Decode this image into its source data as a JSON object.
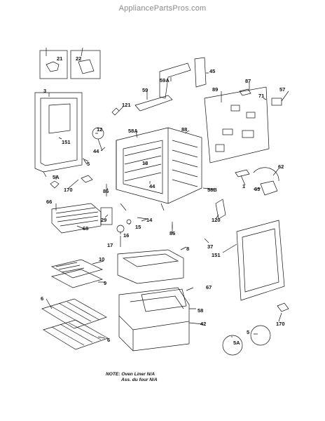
{
  "watermark": "AppliancePartsPros.com",
  "note": {
    "line1": "NOTE: Oven Liner N/A",
    "line2": "Ass. du four N/A"
  },
  "callouts": {
    "c21": "21",
    "c22": "22",
    "c45": "45",
    "c59a": "59A",
    "c59": "59",
    "c87": "87",
    "c71": "71",
    "c57": "57",
    "c89": "89",
    "c3": "3",
    "c151a": "151",
    "c121": "121",
    "c12": "12",
    "c58a": "58A",
    "c88": "88",
    "c44a": "44",
    "c5": "5",
    "c5a": "5A",
    "c170a": "170",
    "c18": "18",
    "c44b": "44",
    "c86a": "86",
    "c58b": "58B",
    "c1": "1",
    "c62": "62",
    "c63": "63",
    "c66": "66",
    "c29": "29",
    "c14": "14",
    "c15": "15",
    "c16": "16",
    "c68": "68",
    "c17": "17",
    "c86b": "86",
    "c120": "120",
    "c37": "37",
    "c151b": "151",
    "c8": "8",
    "c10": "10",
    "c9": "9",
    "c67": "67",
    "c58": "58",
    "c6a": "6",
    "c6b": "6",
    "c42": "42",
    "c5b": "5",
    "c5a2": "5A",
    "c170b": "170"
  }
}
